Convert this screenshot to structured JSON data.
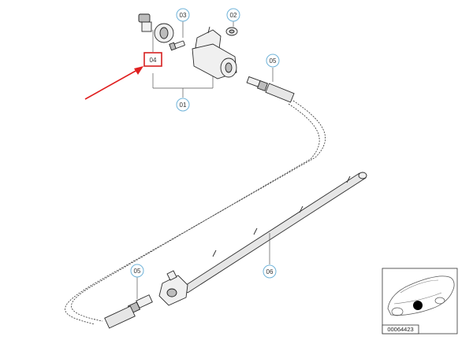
{
  "callouts": [
    {
      "id": "01",
      "label": "01"
    },
    {
      "id": "02",
      "label": "02"
    },
    {
      "id": "03",
      "label": "03"
    },
    {
      "id": "04",
      "label": "04"
    },
    {
      "id": "05a",
      "label": "05"
    },
    {
      "id": "05b",
      "label": "05"
    },
    {
      "id": "06",
      "label": "06"
    }
  ],
  "highlight": {
    "target": "04",
    "arrow_color": "#e02020",
    "box_color": "#d62020"
  },
  "callout_color": "#6fb3d9",
  "thumbnail": {
    "label": "00064423",
    "marker_color": "#000000"
  }
}
